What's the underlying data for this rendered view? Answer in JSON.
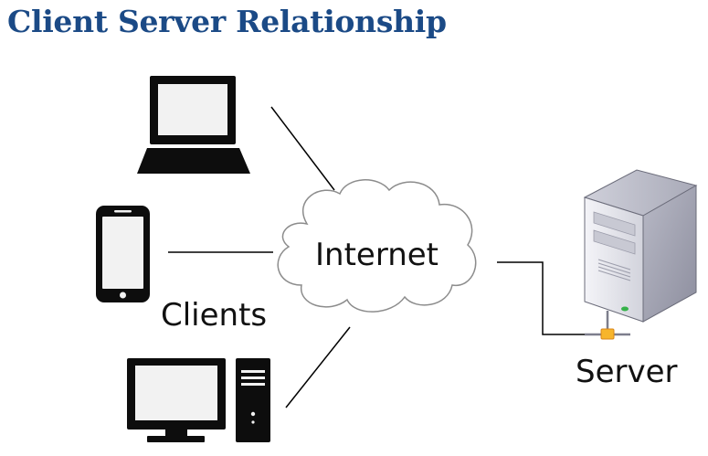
{
  "title": "Client Server Relationship",
  "labels": {
    "internet": "Internet",
    "clients": "Clients",
    "server": "Server"
  },
  "colors": {
    "title": "#1b4a86",
    "device": "#0d0d0d",
    "screen": "#f2f2f2",
    "server_body": "#e4e4ec",
    "server_led": "#36b24a",
    "connector": "#f7b52c"
  },
  "icons": [
    "laptop-icon",
    "smartphone-icon",
    "desktop-computer-icon",
    "server-icon",
    "cloud-icon"
  ]
}
